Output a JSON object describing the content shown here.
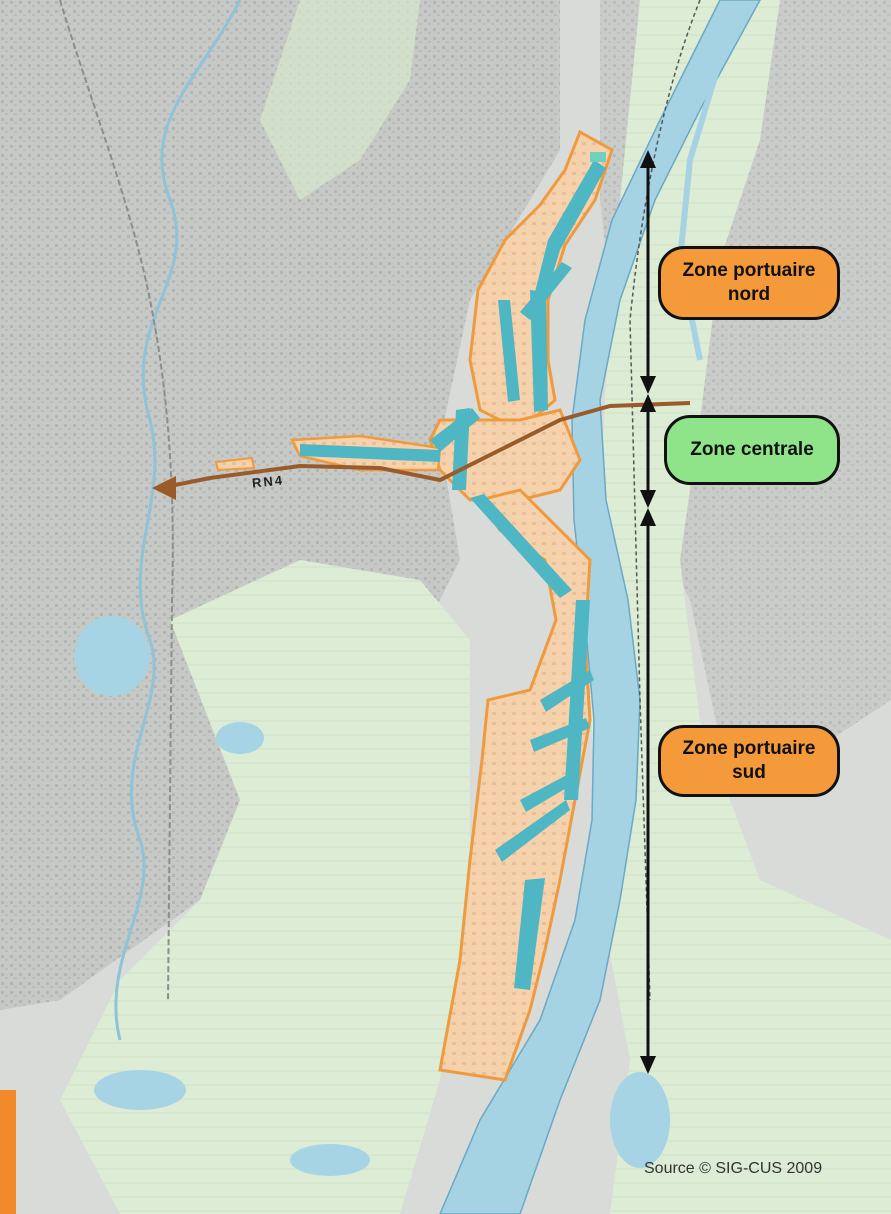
{
  "colors": {
    "background": "#d9dcd8",
    "urban": "#c4c7c3",
    "green": "#dbecd4",
    "water": "#a6d3e4",
    "port_fill": "#f6cfa4",
    "port_border": "#ee9a3f",
    "basin": "#4fb7c3",
    "road": "#9a5b2b",
    "label_orange": "#f59a3b",
    "label_green": "#8fe48a",
    "arrow": "#111111",
    "corner_tab": "#f08a2a"
  },
  "labels": {
    "zone_nord": {
      "line1": "Zone portuaire",
      "line2": "nord"
    },
    "zone_centrale": {
      "line1": "Zone centrale"
    },
    "zone_sud": {
      "line1": "Zone portuaire",
      "line2": "sud"
    },
    "road": "RN4",
    "source": "Source  © SIG-CUS 2009"
  }
}
